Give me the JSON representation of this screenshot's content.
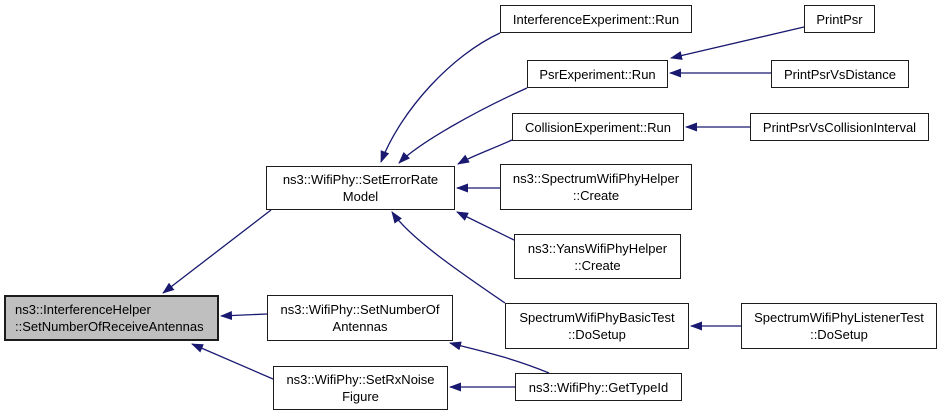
{
  "diagram": {
    "kind": "doxygen-caller-graph",
    "edge_color": "#191970",
    "node_border_color": "#1c1c1c",
    "node_fill_color": "#ffffff",
    "highlight_fill_color": "#bfbfbf",
    "highlighted_node": "ns3::InterferenceHelper::SetNumberOfReceiveAntennas",
    "nodes": [
      {
        "id": "set-receive-antennas",
        "lines": [
          "ns3::InterferenceHelper",
          "::SetNumberOfReceiveAntennas"
        ],
        "highlighted": true
      },
      {
        "id": "set-error-rate-model",
        "lines": [
          "ns3::WifiPhy::SetErrorRate",
          "Model"
        ],
        "highlighted": false
      },
      {
        "id": "set-num-antennas",
        "lines": [
          "ns3::WifiPhy::SetNumberOf",
          "Antennas"
        ],
        "highlighted": false
      },
      {
        "id": "set-rx-noise-figure",
        "lines": [
          "ns3::WifiPhy::SetRxNoise",
          "Figure"
        ],
        "highlighted": false
      },
      {
        "id": "interference-exp-run",
        "lines": [
          "InterferenceExperiment::Run"
        ],
        "highlighted": false
      },
      {
        "id": "psr-exp-run",
        "lines": [
          "PsrExperiment::Run"
        ],
        "highlighted": false
      },
      {
        "id": "collision-exp-run",
        "lines": [
          "CollisionExperiment::Run"
        ],
        "highlighted": false
      },
      {
        "id": "spectrum-helper-create",
        "lines": [
          "ns3::SpectrumWifiPhyHelper",
          "::Create"
        ],
        "highlighted": false
      },
      {
        "id": "yans-helper-create",
        "lines": [
          "ns3::YansWifiPhyHelper",
          "::Create"
        ],
        "highlighted": false
      },
      {
        "id": "basic-test-dosetup",
        "lines": [
          "SpectrumWifiPhyBasicTest",
          "::DoSetup"
        ],
        "highlighted": false
      },
      {
        "id": "listener-test-dosetup",
        "lines": [
          "SpectrumWifiPhyListenerTest",
          "::DoSetup"
        ],
        "highlighted": false
      },
      {
        "id": "print-psr",
        "lines": [
          "PrintPsr"
        ],
        "highlighted": false
      },
      {
        "id": "print-psr-vs-distance",
        "lines": [
          "PrintPsrVsDistance"
        ],
        "highlighted": false
      },
      {
        "id": "print-psr-vs-collision",
        "lines": [
          "PrintPsrVsCollisionInterval"
        ],
        "highlighted": false
      },
      {
        "id": "wifi-phy-get-type-id",
        "lines": [
          "ns3::WifiPhy::GetTypeId"
        ],
        "highlighted": false
      }
    ],
    "edges": [
      {
        "from": "interference-exp-run",
        "to": "set-error-rate-model"
      },
      {
        "from": "psr-exp-run",
        "to": "set-error-rate-model"
      },
      {
        "from": "collision-exp-run",
        "to": "set-error-rate-model"
      },
      {
        "from": "spectrum-helper-create",
        "to": "set-error-rate-model"
      },
      {
        "from": "yans-helper-create",
        "to": "set-error-rate-model"
      },
      {
        "from": "basic-test-dosetup",
        "to": "set-error-rate-model"
      },
      {
        "from": "set-error-rate-model",
        "to": "set-receive-antennas"
      },
      {
        "from": "print-psr",
        "to": "psr-exp-run"
      },
      {
        "from": "print-psr-vs-distance",
        "to": "psr-exp-run"
      },
      {
        "from": "print-psr-vs-collision",
        "to": "collision-exp-run"
      },
      {
        "from": "listener-test-dosetup",
        "to": "basic-test-dosetup"
      },
      {
        "from": "set-num-antennas",
        "to": "set-receive-antennas"
      },
      {
        "from": "set-rx-noise-figure",
        "to": "set-receive-antennas"
      },
      {
        "from": "wifi-phy-get-type-id",
        "to": "set-num-antennas"
      },
      {
        "from": "wifi-phy-get-type-id",
        "to": "set-rx-noise-figure"
      }
    ]
  }
}
